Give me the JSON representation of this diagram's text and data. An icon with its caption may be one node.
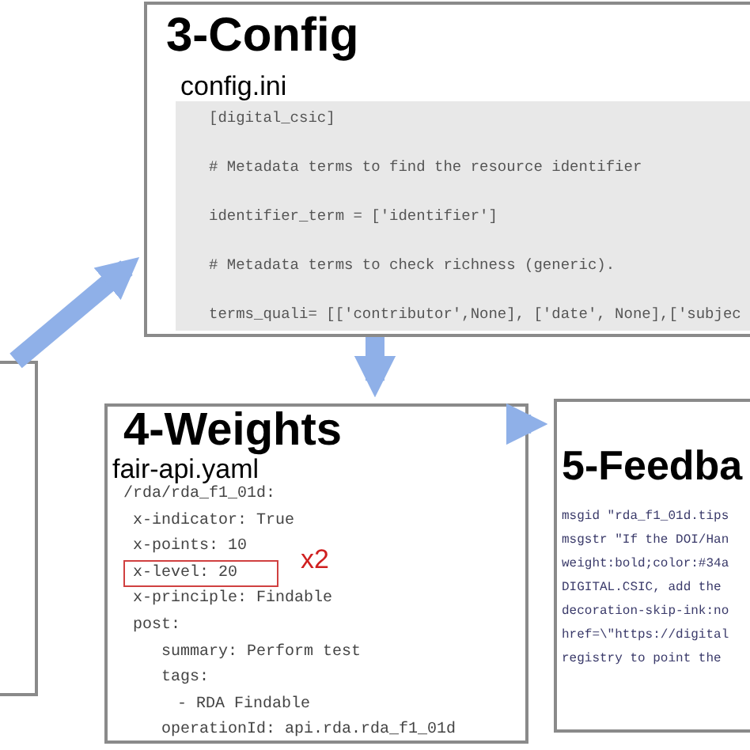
{
  "diagram": {
    "nodes": [
      {
        "text": [],
        "shape": "box"
      },
      {
        "text": [
          "3-Config",
          "config.ini",
          "[digital_csic]",
          "# Metadata terms to find the resource identifier",
          "identifier_term = ['identifier']",
          "# Metadata terms to check richness (generic).",
          "terms_quali= [['contributor',None], ['date', None],['subjec"
        ]
      },
      {
        "text": [
          "4-Weights",
          "fair-api.yaml",
          "/rda/rda_f1_01d:",
          "x-indicator: True",
          "x-points: 10",
          "x-level: 20",
          "x-principle: Findable",
          "post:",
          "summary: Perform test",
          "tags:",
          "- RDA Findable",
          "operationId: api.rda.rda_f1_01d"
        ]
      },
      {
        "text": [
          "5-Feedba",
          "msgid \"rda_f1_01d.tips",
          "msgstr \"If the DOI/Han",
          "weight:bold;color:#34a",
          "DIGITAL.CSIC, add the",
          "decoration-skip-ink:no",
          "href=\\\"https://digital",
          "registry to point the"
        ]
      }
    ],
    "edges": [
      {
        "from": 0,
        "to": 1,
        "arrow": "to"
      },
      {
        "from": 1,
        "to": 2,
        "arrow": "to"
      },
      {
        "from": 2,
        "to": 3,
        "arrow": "to"
      }
    ],
    "labels": [
      "x2"
    ]
  }
}
